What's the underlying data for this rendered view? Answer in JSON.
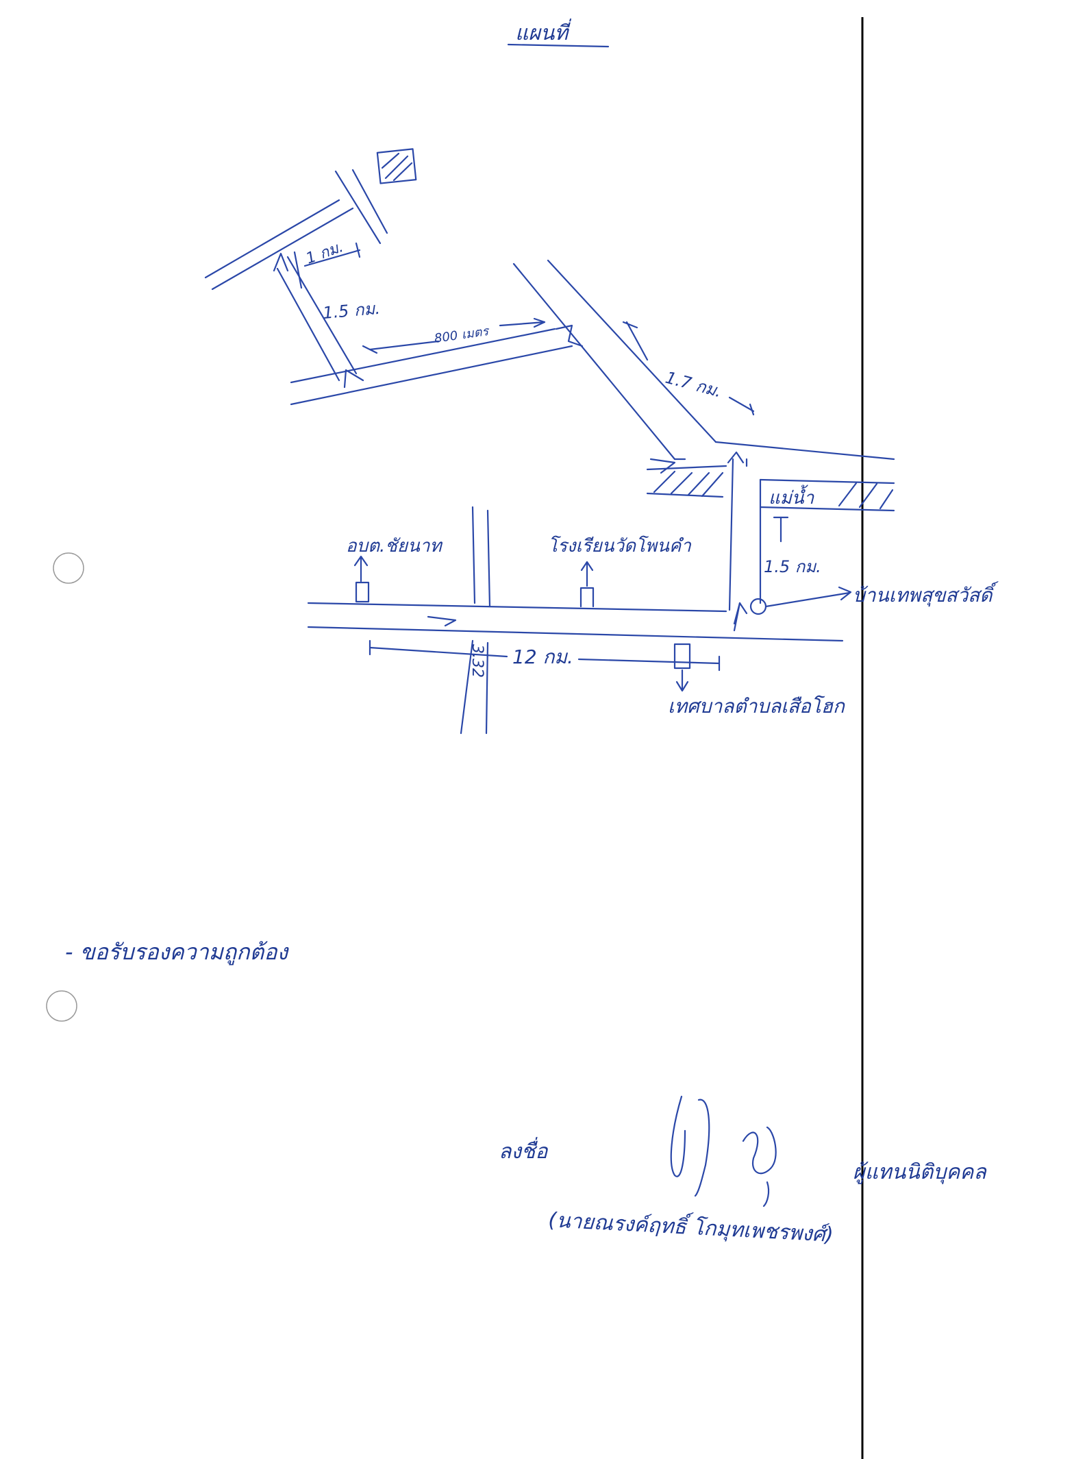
{
  "page": {
    "title": "แผนที่"
  },
  "map": {
    "labels": {
      "dist_1km": "1 กม.",
      "dist_1_5km_top": "1.5 กม.",
      "dist_800m": "800 เมตร",
      "dist_1_7km": "1.7 กม.",
      "river": "แม่น้ำ",
      "dist_1_5km_right": "1.5 กม.",
      "destination": "บ้านเทพสุขสวัสดิ์",
      "district_office": "อบต.ชัยนาท",
      "school": "โรงเรียนวัดโพนคำ",
      "road_number": "3.32",
      "dist_12km": "12 กม.",
      "municipality": "เทศบาลตำบลเสือโฮก"
    },
    "colors": {
      "ink": "#2a47a8",
      "margin_line": "#000000"
    }
  },
  "footer": {
    "certification": "- ขอรับรองความถูกต้อง",
    "sign_label": "ลงชื่อ",
    "signer_role": "ผู้แทนนิติบุคคล",
    "signer_name": "(นายณรงค์ฤทธิ์ โกมุทเพชรพงศ์)"
  }
}
